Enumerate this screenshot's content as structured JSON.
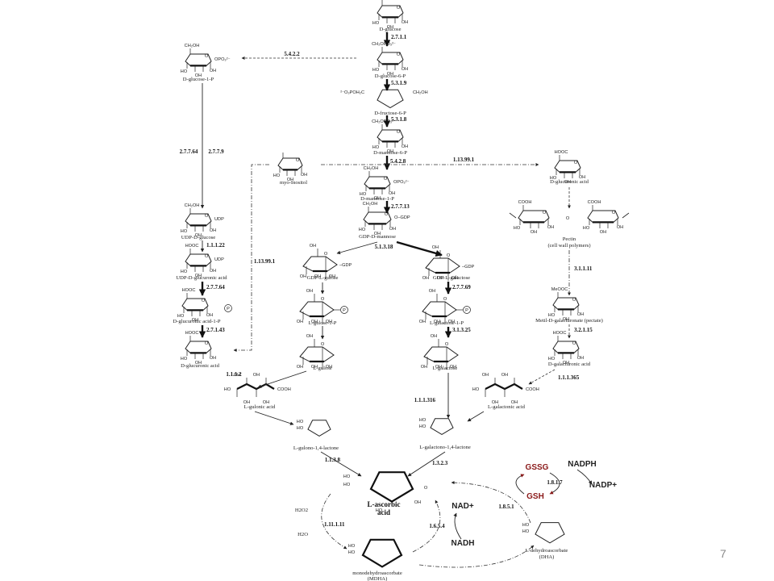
{
  "slide_number": "7",
  "compounds": {
    "d_glucose": "D-glucose",
    "glucose_6_p": "D-glucose-6-P",
    "fructose_6_p": "D-fructose-6-P",
    "mannose_6_p": "D-mannose-6-P",
    "mannose_1_p": "D-mannose-1-P",
    "gdp_mannose": "GDP-D-mannose",
    "glucose_1_p": "D-glucose-1-P",
    "udp_glucose": "UDP-D-glucose",
    "udp_glucuronic": "UDP-D-glucuronic acid",
    "glucuronic_1_p": "D-glucuronic acid-1-P",
    "glucuronic_left": "D-glucuronic acid",
    "myo_inositol": "myo-Inositol",
    "glucuronic_right": "D-glucuronic acid",
    "pectin": "Pectin",
    "pectin_sub": "(cell wall polymers)",
    "metil_galacturonate": "Metil-D-galacturonate (pectate)",
    "galacturonic": "D-galacturonic acid",
    "gdp_gulose": "GDP-L-gulose",
    "gdp_galactose": "GDP-L-galactose",
    "gulose_1_p": "L-gulose-1-P",
    "galactose_1_p": "L-galactose-1-P",
    "l_gulose": "L-gulose",
    "l_galactose": "L-galactose",
    "gulonic": "L-gulonic acid",
    "galactonic": "L-galactonic acid",
    "gulono_lactone": "L-gulono-1,4-lactone",
    "galactono_lactone": "L-galactono-1,4-lactone",
    "ascorbic_1": "L-ascorbic",
    "ascorbic_2": "acid",
    "mdha_1": "monodehydroascorbate",
    "mdha_2": "(MDHA)",
    "dha_1": "L-dehydroascorbate",
    "dha_2": "(DHA)"
  },
  "enzymes": {
    "e_2_7_1_1": "2.7.1.1",
    "e_5_3_1_9": "5.3.1.9",
    "e_5_3_1_8": "5.3.1.8",
    "e_5_4_2_8": "5.4.2.8",
    "e_2_7_7_13": "2.7.7.13",
    "e_5_4_2_2": "5.4.2.2",
    "e_2_7_7_64a": "2.7.7.64",
    "e_2_7_7_9": "2.7.7.9",
    "e_1_1_1_22": "1.1.1.22",
    "e_2_7_7_64b": "2.7.7.64",
    "e_2_7_1_43": "2.7.1.43",
    "e_1_13_99_1a": "1.13.99.1",
    "e_1_13_99_1b": "1.13.99.1",
    "e_5_1_3_18": "5.1.3.18",
    "e_2_7_7_69": "2.7.7.69",
    "e_3_1_3_25": "3.1.3.25",
    "e_3_1_1_11": "3.1.1.11",
    "e_3_2_1_15": "3.2.1.15",
    "e_1_1_1_365": "1.1.1.365",
    "e_1_1_1_2": "1.1.1.2",
    "e_1_1_1_316": "1.1.1.316",
    "e_1_1_3_8": "1.1.3.8",
    "e_1_3_2_3": "1.3.2.3",
    "e_1_11_1_11": "1.11.1.11",
    "e_1_6_5_4": "1.6.5.4",
    "e_1_8_5_1": "1.8.5.1",
    "e_1_8_1_7": "1.8.1.7"
  },
  "cofactors": {
    "nad_plus": "NAD+",
    "nadh": "NADH",
    "nadph": "NADPH",
    "nadp_plus": "NADP+",
    "gssg": "GSSG",
    "gsh": "GSH",
    "h2o2": "H2O2",
    "h2o": "H2O"
  },
  "colors": {
    "redox_cycle": "#8b1a1a",
    "ink": "#222222"
  }
}
